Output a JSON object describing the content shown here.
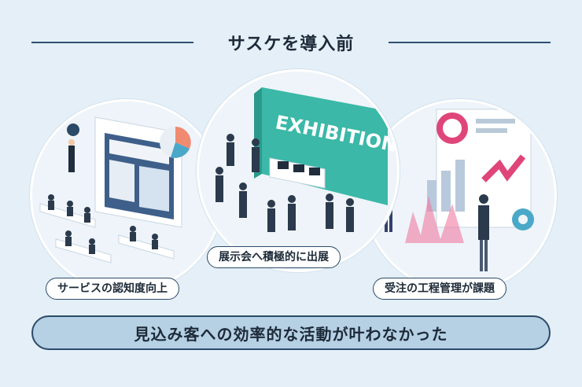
{
  "title": "サスケを導入前",
  "panels": [
    {
      "label": "サービスの認知度向上"
    },
    {
      "label": "展示会へ積極的に出展",
      "sign": "EXHIBITION"
    },
    {
      "label": "受注の工程管理が課題"
    }
  ],
  "conclusion": "見込み客への効率的な活動が叶わなかった",
  "colors": {
    "background": "#e4eff8",
    "accent": "#2b4a68",
    "banner": "#b6d0e4",
    "teal": "#3bb8a8",
    "pink": "#e0457a"
  }
}
